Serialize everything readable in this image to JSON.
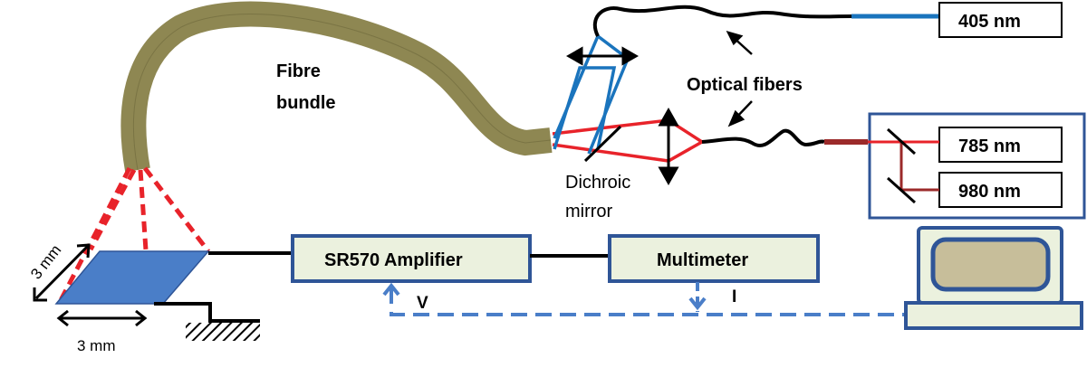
{
  "labels": {
    "fibre_bundle_line1": "Fibre",
    "fibre_bundle_line2": "bundle",
    "optical_fibers": "Optical fibers",
    "dichroic_line1": "Dichroic",
    "dichroic_line2": "mirror",
    "dim_diagonal": "3 mm",
    "dim_horizontal": "3 mm",
    "signal_v": "V",
    "signal_i": "I"
  },
  "boxes": {
    "laser_405": "405 nm",
    "laser_785": "785 nm",
    "laser_980": "980 nm",
    "amplifier": "SR570 Amplifier",
    "multimeter": "Multimeter"
  },
  "colors": {
    "bundle": "#8e8752",
    "red_beam": "#e8232a",
    "blue_beam": "#1a74bd",
    "dark_red": "#9b2a2a",
    "box_border": "#2f5597",
    "box_fill": "#ebf1de",
    "sample": "#4a7ec8",
    "dashed_signal": "#4a7ec8",
    "screen": "#c7be9a"
  }
}
